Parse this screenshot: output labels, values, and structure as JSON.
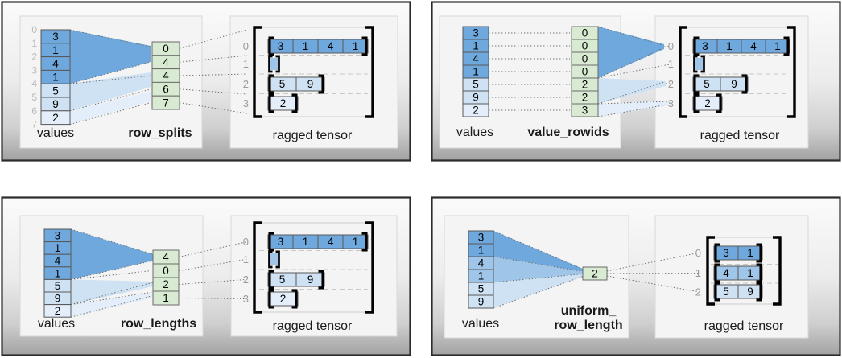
{
  "colors": {
    "dark": "#6fa8dc",
    "medium": "#9fc5e8",
    "light": "#cfe2f3",
    "lighter": "#e3eefa",
    "green": "#d9ead3",
    "cell_border": "#585858",
    "green_border": "#6b6b6b",
    "bracket": "#000000",
    "gray_label": "#9b9b9b",
    "index_label": "#b9b9b9"
  },
  "panels": [
    {
      "key": "row_splits",
      "values_label": "values",
      "param_label": [
        "row_splits"
      ],
      "result_label": "ragged tensor",
      "value_index_labels": [
        "0",
        "1",
        "2",
        "3",
        "4",
        "5",
        "6",
        "7"
      ],
      "values": [
        {
          "v": "3",
          "shade": "dark"
        },
        {
          "v": "1",
          "shade": "dark"
        },
        {
          "v": "4",
          "shade": "dark"
        },
        {
          "v": "1",
          "shade": "dark"
        },
        {
          "v": "5",
          "shade": "light"
        },
        {
          "v": "9",
          "shade": "light"
        },
        {
          "v": "2",
          "shade": "lighter"
        }
      ],
      "param_cells": [
        "0",
        "4",
        "4",
        "6",
        "7"
      ],
      "rows": [
        {
          "label": "0",
          "cells": [
            "3",
            "1",
            "4",
            "1"
          ],
          "shade": "dark"
        },
        {
          "label": "1",
          "cells": [],
          "shade": "medium"
        },
        {
          "label": "2",
          "cells": [
            "5",
            "9"
          ],
          "shade": "light"
        },
        {
          "label": "3",
          "cells": [
            "2"
          ],
          "shade": "lighter"
        }
      ]
    },
    {
      "key": "value_rowids",
      "values_label": "values",
      "param_label": [
        "value_rowids"
      ],
      "result_label": "ragged tensor",
      "value_index_labels": [],
      "values": [
        {
          "v": "3",
          "shade": "dark"
        },
        {
          "v": "1",
          "shade": "dark"
        },
        {
          "v": "4",
          "shade": "dark"
        },
        {
          "v": "1",
          "shade": "dark"
        },
        {
          "v": "5",
          "shade": "light"
        },
        {
          "v": "9",
          "shade": "light"
        },
        {
          "v": "2",
          "shade": "lighter"
        }
      ],
      "param_cells": [
        "0",
        "0",
        "0",
        "0",
        "2",
        "2",
        "3"
      ],
      "rows": [
        {
          "label": "0",
          "cells": [
            "3",
            "1",
            "4",
            "1"
          ],
          "shade": "dark"
        },
        {
          "label": "1",
          "cells": [],
          "shade": "medium"
        },
        {
          "label": "2",
          "cells": [
            "5",
            "9"
          ],
          "shade": "light"
        },
        {
          "label": "3",
          "cells": [
            "2"
          ],
          "shade": "lighter"
        }
      ]
    },
    {
      "key": "row_lengths",
      "values_label": "values",
      "param_label": [
        "row_lengths"
      ],
      "result_label": "ragged tensor",
      "value_index_labels": [],
      "values": [
        {
          "v": "3",
          "shade": "dark"
        },
        {
          "v": "1",
          "shade": "dark"
        },
        {
          "v": "4",
          "shade": "dark"
        },
        {
          "v": "1",
          "shade": "dark"
        },
        {
          "v": "5",
          "shade": "light"
        },
        {
          "v": "9",
          "shade": "light"
        },
        {
          "v": "2",
          "shade": "lighter"
        }
      ],
      "param_cells": [
        "4",
        "0",
        "2",
        "1"
      ],
      "rows": [
        {
          "label": "0",
          "cells": [
            "3",
            "1",
            "4",
            "1"
          ],
          "shade": "dark"
        },
        {
          "label": "1",
          "cells": [],
          "shade": "medium"
        },
        {
          "label": "2",
          "cells": [
            "5",
            "9"
          ],
          "shade": "light"
        },
        {
          "label": "3",
          "cells": [
            "2"
          ],
          "shade": "lighter"
        }
      ]
    },
    {
      "key": "uniform_row_length",
      "values_label": "values",
      "param_label": [
        "uniform_",
        "row_length"
      ],
      "result_label": "ragged tensor",
      "value_index_labels": [],
      "values": [
        {
          "v": "3",
          "shade": "dark"
        },
        {
          "v": "1",
          "shade": "dark"
        },
        {
          "v": "4",
          "shade": "medium"
        },
        {
          "v": "1",
          "shade": "medium"
        },
        {
          "v": "5",
          "shade": "light"
        },
        {
          "v": "9",
          "shade": "light"
        }
      ],
      "param_cells": [
        "2"
      ],
      "rows": [
        {
          "label": "0",
          "cells": [
            "3",
            "1"
          ],
          "shade": "dark"
        },
        {
          "label": "1",
          "cells": [
            "4",
            "1"
          ],
          "shade": "medium"
        },
        {
          "label": "2",
          "cells": [
            "5",
            "9"
          ],
          "shade": "light"
        }
      ]
    }
  ]
}
